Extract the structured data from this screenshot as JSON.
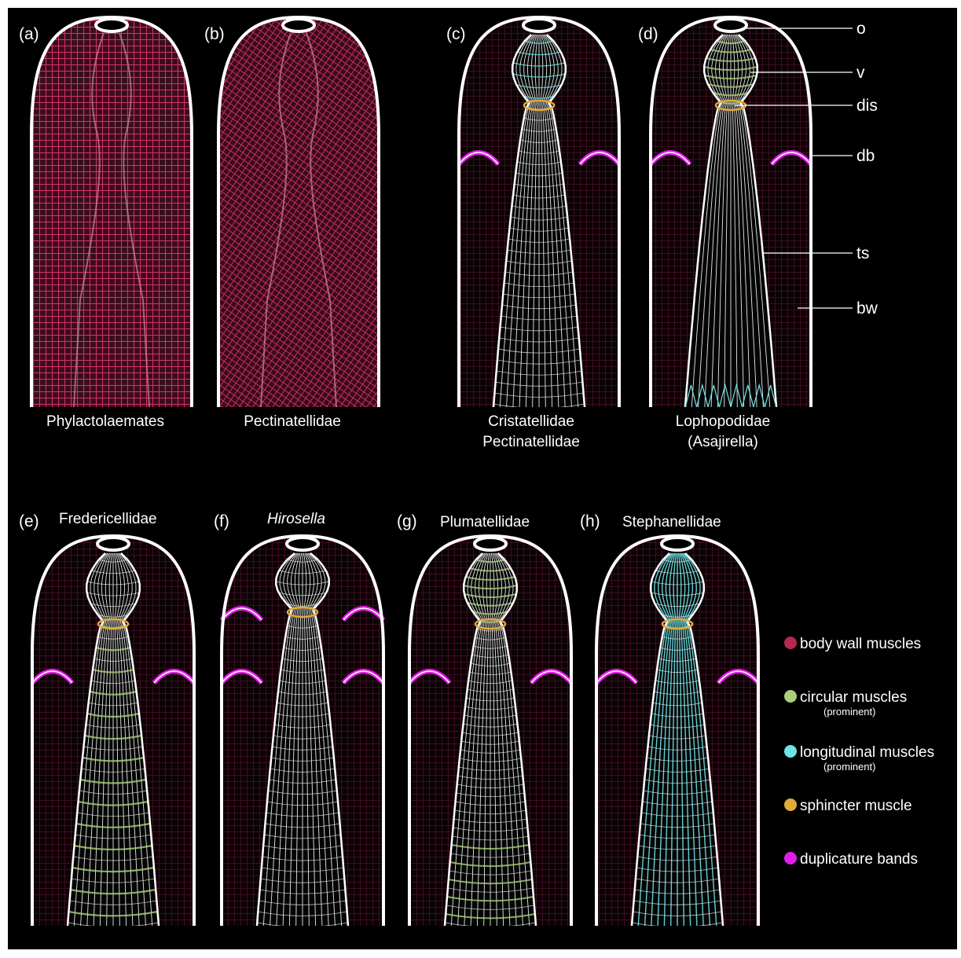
{
  "panels": [
    {
      "letter": "(a)",
      "taxon": [
        "Phylactolaemates"
      ],
      "italic": false
    },
    {
      "letter": "(b)",
      "taxon": [
        "Pectinatellidae"
      ],
      "italic": false
    },
    {
      "letter": "(c)",
      "taxon": [
        "Cristatellidae",
        "Pectinatellidae"
      ],
      "italic": false
    },
    {
      "letter": "(d)",
      "taxon": [
        "Lophopodidae",
        "(Asajirella)"
      ],
      "italic": false
    },
    {
      "letter": "(e)",
      "taxon": [
        "Fredericellidae"
      ],
      "italic": false
    },
    {
      "letter": "(f)",
      "taxon": [
        "Hirosella"
      ],
      "italic": true
    },
    {
      "letter": "(g)",
      "taxon": [
        "Plumatellidae"
      ],
      "italic": false
    },
    {
      "letter": "(h)",
      "taxon": [
        "Stephanellidae"
      ],
      "italic": false
    }
  ],
  "annotations": [
    "o",
    "v",
    "dis",
    "db",
    "ts",
    "bw"
  ],
  "legend": [
    {
      "label": "body wall muscles",
      "sub": "",
      "color": "#b5294f"
    },
    {
      "label": "circular muscles",
      "sub": "(prominent)",
      "color": "#a9cf7a"
    },
    {
      "label": "longitudinal muscles",
      "sub": "(prominent)",
      "color": "#6ee3e8"
    },
    {
      "label": "sphincter muscle",
      "sub": "",
      "color": "#e3a93a"
    },
    {
      "label": "duplicature bands",
      "sub": "",
      "color": "#e01ee8"
    }
  ],
  "colors": {
    "background": "#000000",
    "outline": "#ffffff",
    "body_wall": "#b5294f",
    "circular": "#a9cf7a",
    "longitudinal": "#6ee3e8",
    "sphincter": "#e3a93a",
    "duplicature": "#e01ee8",
    "sheath_grid": "#ffffff"
  }
}
